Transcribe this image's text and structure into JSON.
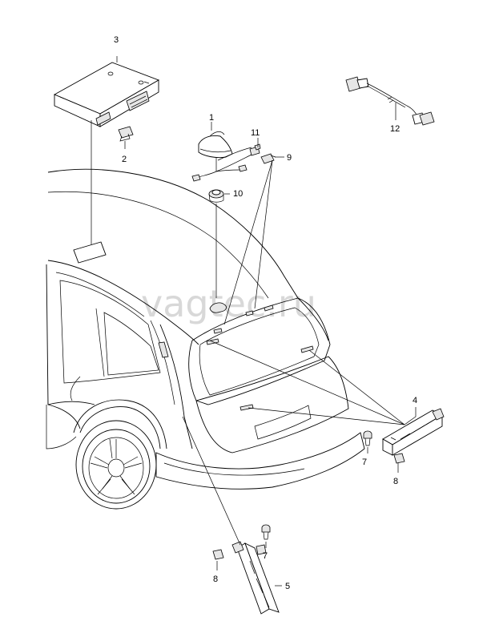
{
  "watermark": "vagtec.ru",
  "callouts": [
    {
      "id": "p1",
      "label": "1"
    },
    {
      "id": "p2",
      "label": "2"
    },
    {
      "id": "p3",
      "label": "3"
    },
    {
      "id": "p4",
      "label": "4"
    },
    {
      "id": "p5",
      "label": "5"
    },
    {
      "id": "p7a",
      "label": "7"
    },
    {
      "id": "p7b",
      "label": "7"
    },
    {
      "id": "p8a",
      "label": "8"
    },
    {
      "id": "p8b",
      "label": "8"
    },
    {
      "id": "p9",
      "label": "9"
    },
    {
      "id": "p10",
      "label": "10"
    },
    {
      "id": "p11",
      "label": "11"
    },
    {
      "id": "p12",
      "label": "12"
    }
  ]
}
